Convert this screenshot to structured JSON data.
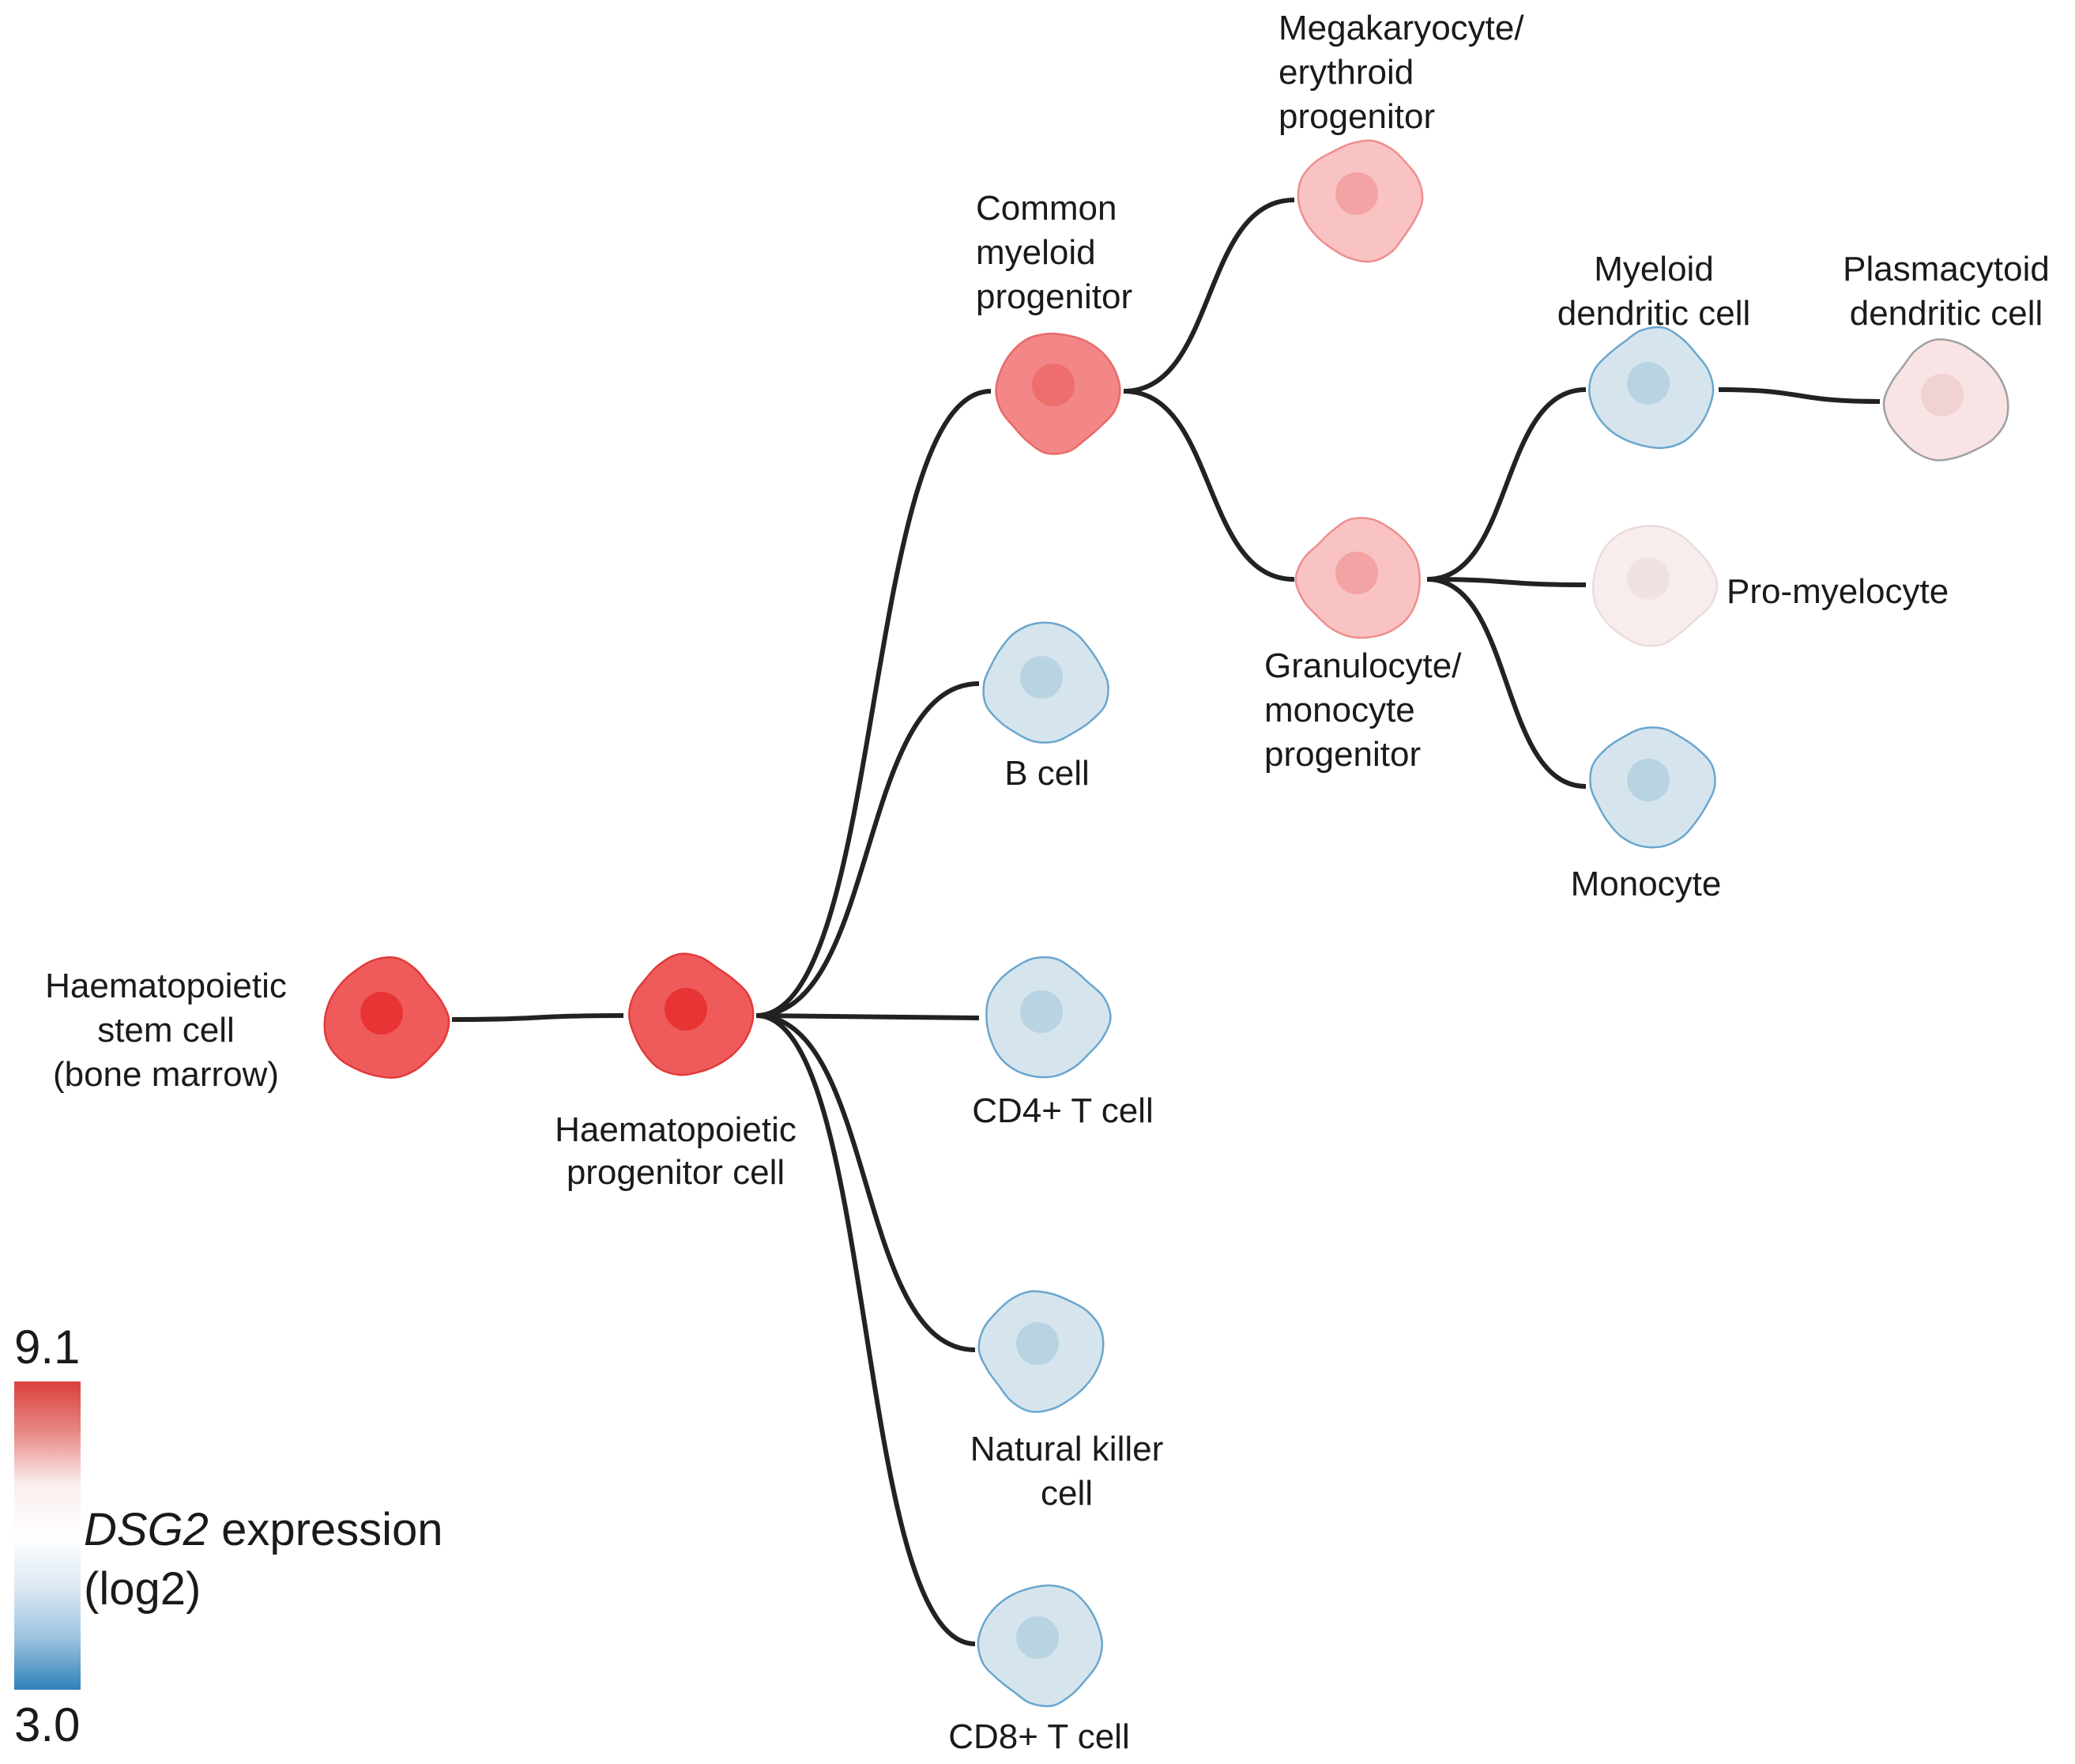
{
  "legend": {
    "max_label": "9.1",
    "min_label": "3.0",
    "gene": "DSG2",
    "title_rest": " expression",
    "unit": "(log2)",
    "gradient_colors": [
      "#d9403a",
      "#e88a88",
      "#fbeeee",
      "#ffffff",
      "#dde9f3",
      "#9ec3df",
      "#2e82b9"
    ]
  },
  "nodes": [
    {
      "id": "hsc",
      "label_lines": [
        "Haematopoietic",
        "stem cell",
        "(bone marrow)"
      ],
      "fill": "#ef5b5b",
      "stroke": "#e23a3a",
      "nucleus": "#e83434"
    },
    {
      "id": "hpc",
      "label_lines": [
        "Haematopoietic",
        "progenitor cell"
      ],
      "fill": "#ef5b5b",
      "stroke": "#e23a3a",
      "nucleus": "#e83434"
    },
    {
      "id": "cmp",
      "label_lines": [
        "Common",
        "myeloid",
        "progenitor"
      ],
      "fill": "#f38787",
      "stroke": "#e76a6a",
      "nucleus": "#ee6d6d"
    },
    {
      "id": "mep",
      "label_lines": [
        "Megakaryocyte/",
        "erythroid",
        "progenitor"
      ],
      "fill": "#f9c3c3",
      "stroke": "#ee8e8e",
      "nucleus": "#f3a3a3"
    },
    {
      "id": "gmp",
      "label_lines": [
        "Granulocyte/",
        "monocyte",
        "progenitor"
      ],
      "fill": "#f9c3c3",
      "stroke": "#ee8e8e",
      "nucleus": "#f3a3a3"
    },
    {
      "id": "bcell",
      "label_lines": [
        "B cell"
      ],
      "fill": "#d6e5ed",
      "stroke": "#6aa6cf",
      "nucleus": "#b8d3e2"
    },
    {
      "id": "cd4",
      "label_lines": [
        "CD4+ T cell"
      ],
      "fill": "#d6e5ed",
      "stroke": "#6aa6cf",
      "nucleus": "#b8d3e2"
    },
    {
      "id": "nk",
      "label_lines": [
        "Natural killer",
        "cell"
      ],
      "fill": "#d6e5ed",
      "stroke": "#6aa6cf",
      "nucleus": "#b8d3e2"
    },
    {
      "id": "cd8",
      "label_lines": [
        "CD8+ T cell"
      ],
      "fill": "#d6e5ed",
      "stroke": "#6aa6cf",
      "nucleus": "#b8d3e2"
    },
    {
      "id": "mdc",
      "label_lines": [
        "Myeloid",
        "dendritic cell"
      ],
      "fill": "#d6e5ed",
      "stroke": "#6aa6cf",
      "nucleus": "#b8d3e2"
    },
    {
      "id": "pdc",
      "label_lines": [
        "Plasmacytoid",
        "dendritic cell"
      ],
      "fill": "#f8e4e4",
      "stroke": "#a0a0a0",
      "nucleus": "#f1d2d2"
    },
    {
      "id": "promyelo",
      "label_lines": [
        "Pro-myelocyte"
      ],
      "fill": "#f7eded",
      "stroke": "#ebdcdc",
      "nucleus": "#f1e2e2"
    },
    {
      "id": "mono",
      "label_lines": [
        "Monocyte"
      ],
      "fill": "#d6e5ed",
      "stroke": "#6aa6cf",
      "nucleus": "#b8d3e2"
    }
  ],
  "edges": [
    [
      "hsc",
      "hpc"
    ],
    [
      "hpc",
      "cmp"
    ],
    [
      "hpc",
      "bcell"
    ],
    [
      "hpc",
      "cd4"
    ],
    [
      "hpc",
      "nk"
    ],
    [
      "hpc",
      "cd8"
    ],
    [
      "cmp",
      "mep"
    ],
    [
      "cmp",
      "gmp"
    ],
    [
      "gmp",
      "mdc"
    ],
    [
      "gmp",
      "promyelo"
    ],
    [
      "gmp",
      "mono"
    ],
    [
      "mdc",
      "pdc"
    ]
  ]
}
